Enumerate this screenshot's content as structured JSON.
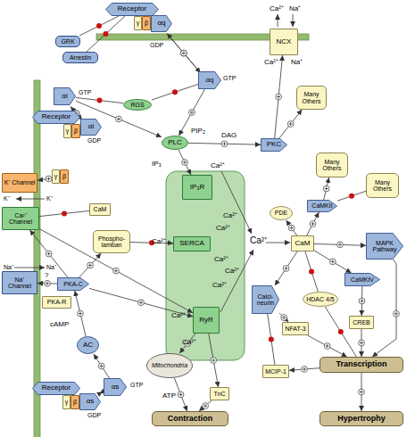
{
  "diagram": {
    "nodes": [
      {
        "text": [
          "Receptor"
        ]
      },
      {
        "text": [
          "γ"
        ]
      },
      {
        "text": [
          "β"
        ]
      },
      {
        "text": [
          "αq"
        ]
      },
      {
        "text": [
          "NCX"
        ]
      },
      {
        "text": [
          "GRK"
        ]
      },
      {
        "text": [
          "Arrestin"
        ]
      },
      {
        "text": [
          "αq"
        ]
      },
      {
        "text": [
          "RGS"
        ]
      },
      {
        "text": [
          "Many Others"
        ]
      },
      {
        "text": [
          "Receptor"
        ]
      },
      {
        "text": [
          "αi"
        ]
      },
      {
        "text": [
          "γ"
        ]
      },
      {
        "text": [
          "β"
        ]
      },
      {
        "text": [
          "αi"
        ]
      },
      {
        "text": [
          "PLC"
        ]
      },
      {
        "text": [
          "PKC"
        ]
      },
      {
        "text": [
          "K⁺ Channel"
        ]
      },
      {
        "text": [
          "γ"
        ]
      },
      {
        "text": [
          "β"
        ]
      },
      {
        "text": [
          "Many Others"
        ]
      },
      {
        "text": [
          "IP₃R"
        ]
      },
      {
        "text": [
          "Many Others"
        ]
      },
      {
        "text": [
          "Ca²⁺ Channel"
        ]
      },
      {
        "text": [
          "CaM"
        ]
      },
      {
        "text": [
          "PDE"
        ]
      },
      {
        "text": [
          "CaMKII"
        ]
      },
      {
        "text": [
          "Phospho- lamban"
        ]
      },
      {
        "text": [
          "SERCA"
        ]
      },
      {
        "text": [
          "CaM"
        ]
      },
      {
        "text": [
          "MAPK Pathway"
        ]
      },
      {
        "text": [
          "Na⁺ Channel"
        ]
      },
      {
        "text": [
          "PKA-C"
        ]
      },
      {
        "text": [
          "CaMKIV"
        ]
      },
      {
        "text": [
          "Calci- neurin"
        ]
      },
      {
        "text": [
          "HDAC 4/5"
        ]
      },
      {
        "text": [
          "PKA-R"
        ]
      },
      {
        "text": [
          "RyR"
        ]
      },
      {
        "text": [
          "CREB"
        ]
      },
      {
        "text": [
          "NFAT-3"
        ]
      },
      {
        "text": [
          "AC"
        ]
      },
      {
        "text": [
          "Mitochondria"
        ]
      },
      {
        "text": [
          "Transcription"
        ]
      },
      {
        "text": [
          "MCIP-1"
        ]
      },
      {
        "text": [
          "αs"
        ]
      },
      {
        "text": [
          "Receptor"
        ]
      },
      {
        "text": [
          "γ"
        ]
      },
      {
        "text": [
          "β"
        ]
      },
      {
        "text": [
          "αs"
        ]
      },
      {
        "text": [
          "TnC"
        ]
      },
      {
        "text": [
          "Contraction"
        ]
      },
      {
        "text": [
          "Hypertrophy"
        ]
      }
    ],
    "edges": [
      {
        "from": 5,
        "to": 0,
        "arrow": "none"
      },
      {
        "from": 6,
        "to": 0,
        "arrow": "none"
      },
      {
        "from": 3,
        "to": 7,
        "arrow": "to"
      },
      {
        "from": 7,
        "to": 3,
        "arrow": "to"
      },
      {
        "from": 8,
        "to": 7,
        "arrow": "none"
      },
      {
        "from": 8,
        "to": 11,
        "arrow": "none"
      },
      {
        "from": 14,
        "to": 11,
        "arrow": "to"
      },
      {
        "from": 11,
        "to": 14,
        "arrow": "to"
      },
      {
        "from": 7,
        "to": 15,
        "arrow": "to"
      },
      {
        "from": 11,
        "to": 15,
        "arrow": "to"
      },
      {
        "from": 15,
        "to": 16,
        "arrow": "to"
      },
      {
        "from": 15,
        "to": 21,
        "arrow": "to"
      },
      {
        "from": 16,
        "to": 4,
        "arrow": "to"
      },
      {
        "from": 16,
        "to": 9,
        "arrow": "to"
      },
      {
        "from": 19,
        "to": 17,
        "arrow": "to"
      },
      {
        "from": 24,
        "to": 23,
        "arrow": "none"
      },
      {
        "from": 32,
        "to": 23,
        "arrow": "to"
      },
      {
        "from": 32,
        "to": 27,
        "arrow": "to"
      },
      {
        "from": 27,
        "to": 28,
        "arrow": "none"
      },
      {
        "from": 32,
        "to": 31,
        "arrow": "to"
      },
      {
        "from": 32,
        "to": 37,
        "arrow": "to"
      },
      {
        "from": 40,
        "to": 32,
        "arrow": "to"
      },
      {
        "from": 44,
        "to": 40,
        "arrow": "to"
      },
      {
        "from": 48,
        "to": 44,
        "arrow": "to"
      },
      {
        "from": 44,
        "to": 48,
        "arrow": "to"
      },
      {
        "from": 23,
        "to": 37,
        "arrow": "to"
      },
      {
        "from": 37,
        "to": 49,
        "arrow": "to"
      },
      {
        "from": 37,
        "to": 41,
        "arrow": "to"
      },
      {
        "from": 41,
        "to": 50,
        "arrow": "to"
      },
      {
        "from": 49,
        "to": 50,
        "arrow": "to"
      },
      {
        "from": 26,
        "to": 20,
        "arrow": "to"
      },
      {
        "from": 26,
        "to": 22,
        "arrow": "none"
      },
      {
        "from": 29,
        "to": 25,
        "arrow": "to"
      },
      {
        "from": 29,
        "to": 26,
        "arrow": "to"
      },
      {
        "from": 29,
        "to": 30,
        "arrow": "to"
      },
      {
        "from": 29,
        "to": 33,
        "arrow": "to"
      },
      {
        "from": 29,
        "to": 35,
        "arrow": "none"
      },
      {
        "from": 29,
        "to": 34,
        "arrow": "to"
      },
      {
        "from": 34,
        "to": 39,
        "arrow": "to"
      },
      {
        "from": 39,
        "to": 42,
        "arrow": "to"
      },
      {
        "from": 43,
        "to": 34,
        "arrow": "none"
      },
      {
        "from": 42,
        "to": 43,
        "arrow": "to"
      },
      {
        "from": 33,
        "to": 38,
        "arrow": "to"
      },
      {
        "from": 38,
        "to": 42,
        "arrow": "to"
      },
      {
        "from": 35,
        "to": 42,
        "arrow": "none"
      },
      {
        "from": 30,
        "to": 42,
        "arrow": "to"
      },
      {
        "from": 42,
        "to": 51,
        "arrow": "to"
      }
    ],
    "labels": [
      "Ca²⁺",
      "Na⁺",
      "GDP",
      "Ca²⁺",
      "Na⁺",
      "GTP",
      "GTP",
      "PIP₂",
      "GDP",
      "DAG",
      "IP₃",
      "Ca²⁺",
      "K⁺",
      "K⁺",
      "Ca²⁺",
      "Ca²⁺",
      "Ca²⁺",
      "Ca²⁺",
      "Ca²⁺",
      "Ca²⁺",
      "Ca²⁺",
      "Na⁺",
      "Na⁺",
      "?",
      "cAMP",
      "Ca²⁺",
      "Ca²⁺",
      "GTP",
      "ATP",
      "GDP"
    ]
  }
}
